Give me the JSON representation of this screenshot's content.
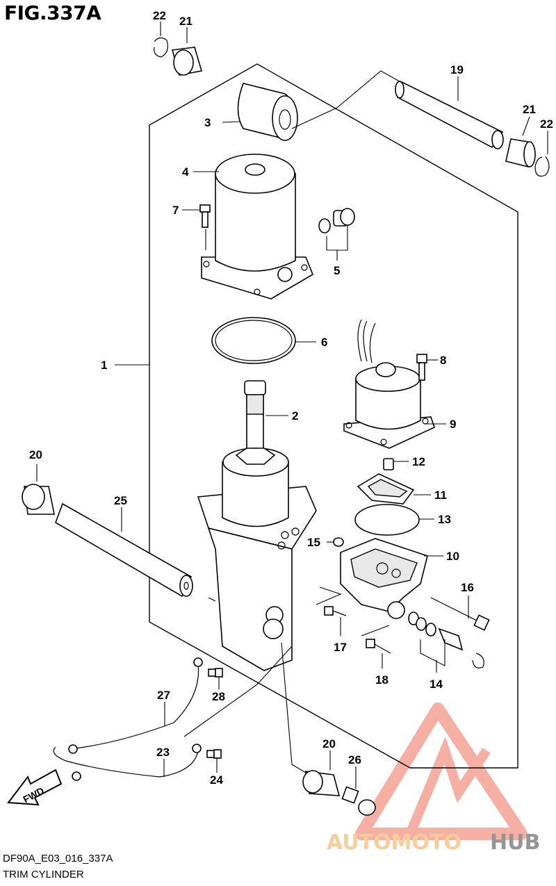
{
  "figure_title": "FIG.337A",
  "footer": {
    "code": "DF90A_E03_016_337A",
    "caption": "TRIM CYLINDER"
  },
  "fwd_arrow_label": "FWD",
  "watermark": {
    "part1": "AUTOMOTO",
    "part2": "HUB",
    "color_primary": "#f4a79a",
    "color_secondary": "#f7c98e",
    "color_dark": "#8a8a8a"
  },
  "callouts": {
    "c1": "1",
    "c2": "2",
    "c3": "3",
    "c4": "4",
    "c5": "5",
    "c6": "6",
    "c7": "7",
    "c8": "8",
    "c9": "9",
    "c10": "10",
    "c11": "11",
    "c12": "12",
    "c13": "13",
    "c14": "14",
    "c15": "15",
    "c16": "16",
    "c17": "17",
    "c18": "18",
    "c19": "19",
    "c20a": "20",
    "c20b": "20",
    "c21a": "21",
    "c21b": "21",
    "c22a": "22",
    "c22b": "22",
    "c23": "23",
    "c24": "24",
    "c25": "25",
    "c26": "26",
    "c27": "27",
    "c28": "28"
  }
}
